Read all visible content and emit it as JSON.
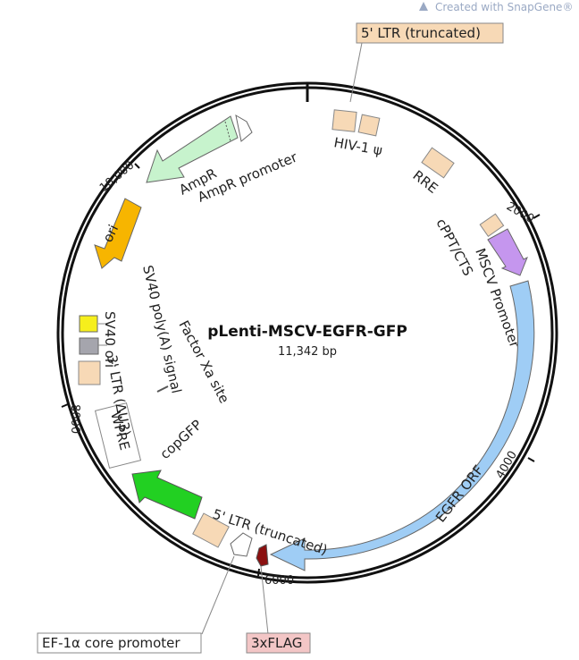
{
  "watermark": "Created with SnapGene®",
  "plasmid": {
    "name": "pLenti-MSCV-EGFR-GFP",
    "size_label": "11,342 bp"
  },
  "ticks": [
    "2000",
    "4000",
    "6000",
    "8000",
    "10,000"
  ],
  "features": {
    "ltr5_top": "5' LTR (truncated)",
    "hiv_psi": "HIV-1 ψ",
    "rre": "RRE",
    "cppt": "cPPT/CTS",
    "mscv": "MSCV Promoter",
    "egfr": "EGFR ORF",
    "flag": "3xFLAG",
    "ltr5_bottom": "5' LTR (truncated)",
    "ef1a": "EF-1α core promoter",
    "copgfp": "copGFP",
    "wpre": "WPRE",
    "ltr3": "3' LTR (ΔU3)",
    "sv40_ori": "SV40 ori",
    "sv40_polya": "SV40 poly(A) signal",
    "ori": "ori",
    "ampr": "AmpR",
    "ampr_promoter": "AmpR promoter",
    "factor_xa": "Factor Xa site"
  },
  "colors": {
    "beige": "#f7d9b6",
    "egfr": "#9fcdf5",
    "mscv": "#c596ee",
    "ampr": "#c7f3cd",
    "ori": "#f7b500",
    "copgfp": "#22d022",
    "sv40_ori": "#f6ef1c",
    "sv40_polya": "#a5a5ad",
    "flag": "#8b1010",
    "flag_box": "#f3c6c6"
  }
}
